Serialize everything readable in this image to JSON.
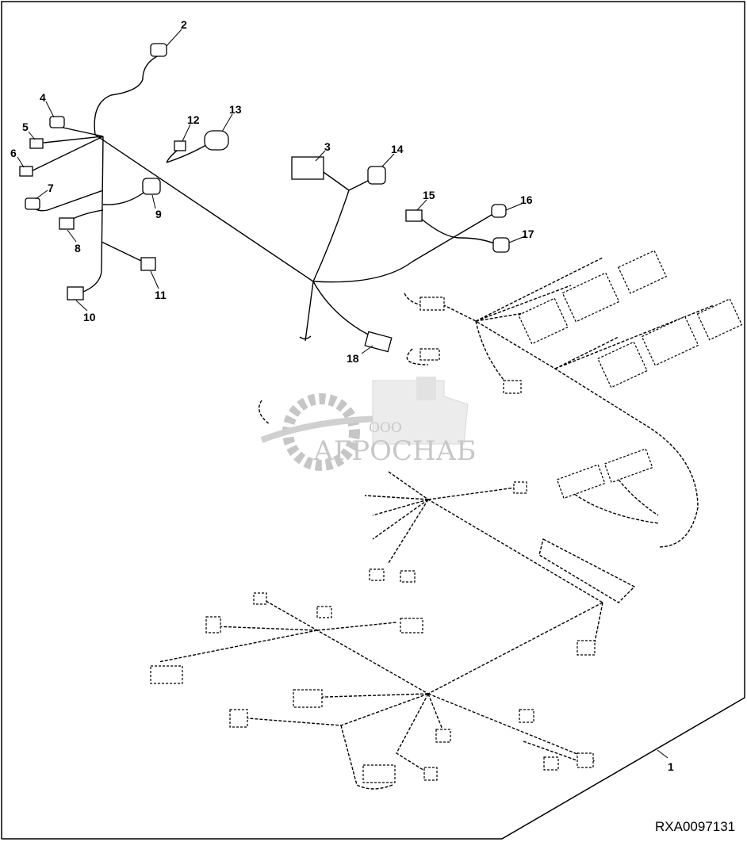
{
  "diagram": {
    "callouts": [
      "1",
      "2",
      "3",
      "4",
      "5",
      "6",
      "7",
      "8",
      "9",
      "10",
      "11",
      "12",
      "13",
      "14",
      "15",
      "16",
      "17",
      "18"
    ],
    "figure_code": "RXA0097131",
    "watermark": {
      "prefix": "ООО",
      "name": "АГРОСНАБ"
    }
  }
}
